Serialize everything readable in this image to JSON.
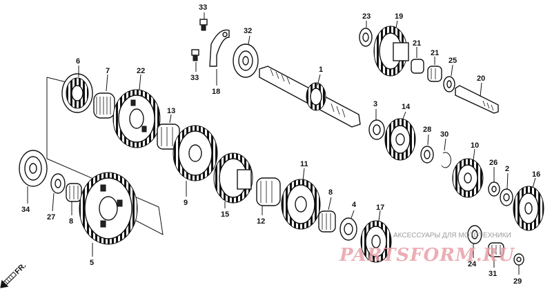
{
  "watermark": {
    "caption": "АКСЕССУАРЫ ДЛЯ МОТОТЕХНИКИ",
    "logo_text": "PARTSFORM.RU",
    "color": "#e8a0a8"
  },
  "front_arrow": {
    "label": "FR."
  },
  "parts": [
    {
      "id": "p1",
      "label": "1"
    },
    {
      "id": "p2",
      "label": "2"
    },
    {
      "id": "p3",
      "label": "3"
    },
    {
      "id": "p4",
      "label": "4"
    },
    {
      "id": "p5",
      "label": "5"
    },
    {
      "id": "p6",
      "label": "6"
    },
    {
      "id": "p7",
      "label": "7"
    },
    {
      "id": "p8a",
      "label": "8"
    },
    {
      "id": "p8b",
      "label": "8"
    },
    {
      "id": "p9",
      "label": "9"
    },
    {
      "id": "p10",
      "label": "10"
    },
    {
      "id": "p11",
      "label": "11"
    },
    {
      "id": "p12",
      "label": "12"
    },
    {
      "id": "p13",
      "label": "13"
    },
    {
      "id": "p14",
      "label": "14"
    },
    {
      "id": "p15",
      "label": "15"
    },
    {
      "id": "p16",
      "label": "16"
    },
    {
      "id": "p17",
      "label": "17"
    },
    {
      "id": "p18",
      "label": "18"
    },
    {
      "id": "p19",
      "label": "19"
    },
    {
      "id": "p20",
      "label": "20"
    },
    {
      "id": "p21a",
      "label": "21"
    },
    {
      "id": "p21b",
      "label": "21"
    },
    {
      "id": "p22",
      "label": "22"
    },
    {
      "id": "p23",
      "label": "23"
    },
    {
      "id": "p24",
      "label": "24"
    },
    {
      "id": "p25",
      "label": "25"
    },
    {
      "id": "p26",
      "label": "26"
    },
    {
      "id": "p27",
      "label": "27"
    },
    {
      "id": "p28",
      "label": "28"
    },
    {
      "id": "p29",
      "label": "29"
    },
    {
      "id": "p30",
      "label": "30"
    },
    {
      "id": "p31",
      "label": "31"
    },
    {
      "id": "p32",
      "label": "32"
    },
    {
      "id": "p33a",
      "label": "33"
    },
    {
      "id": "p33b",
      "label": "33"
    },
    {
      "id": "p34",
      "label": "34"
    }
  ]
}
